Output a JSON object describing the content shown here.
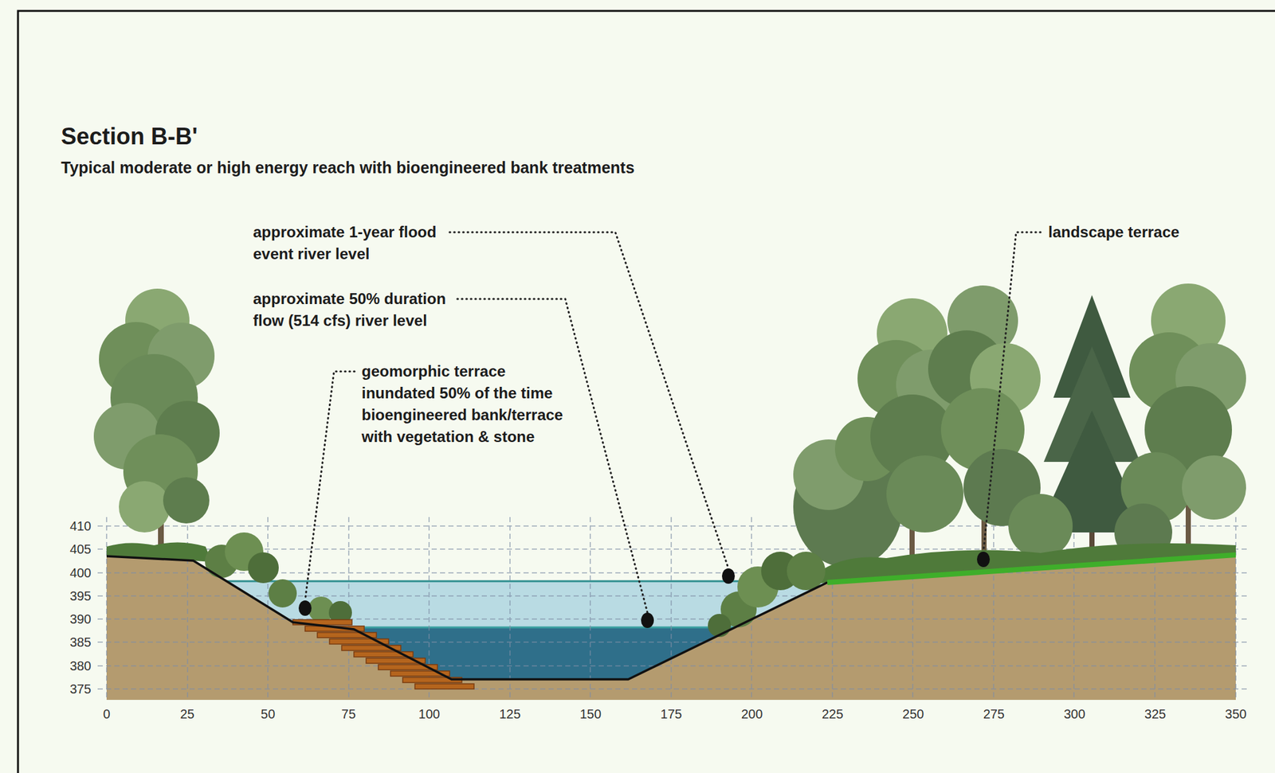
{
  "diagram": {
    "title": "Section B-B'",
    "labels": [
      "Typical moderate or high energy reach with bioengineered bank treatments",
      "approximate 1-year flood event river level",
      "landscape terrace",
      "approximate 50% duration flow (514 cfs) river level",
      "geomorphic terrace inundated 50% of the time bioengineered bank/terrace with vegetation & stone",
      "410",
      "405",
      "400",
      "395",
      "390",
      "385",
      "380",
      "375",
      "0",
      "25",
      "50",
      "75",
      "100",
      "125",
      "150",
      "175",
      "200",
      "225",
      "250",
      "275",
      "300",
      "325",
      "350"
    ]
  }
}
